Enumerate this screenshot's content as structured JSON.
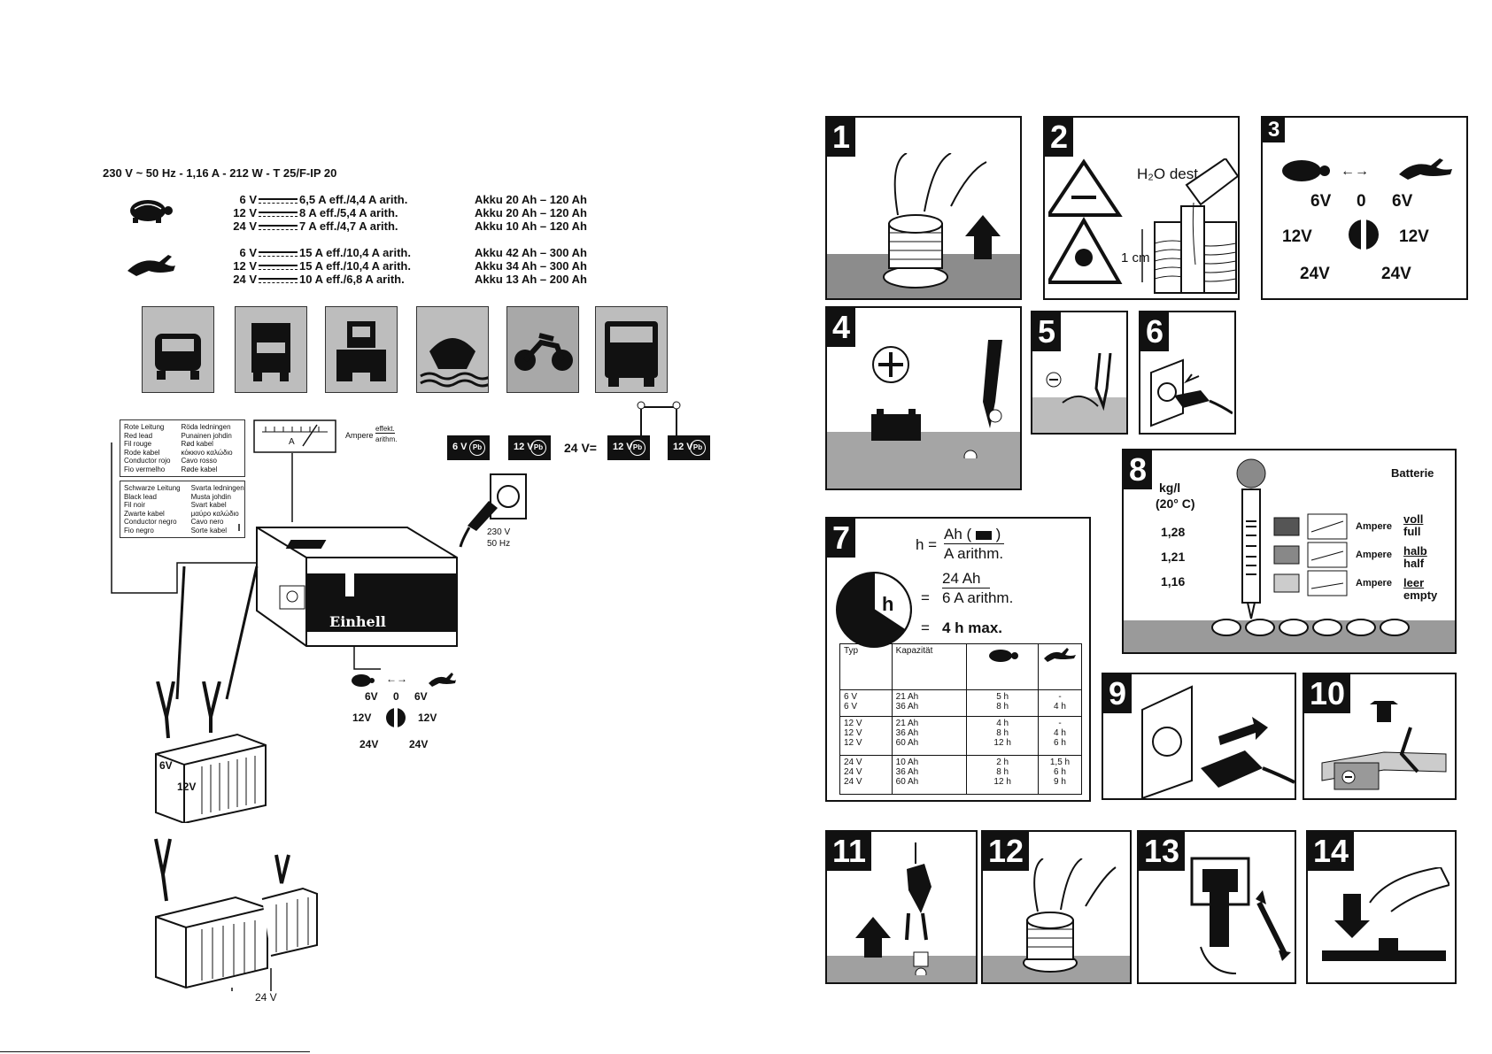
{
  "specs": {
    "header": "230 V ~ 50 Hz - 1,16 A - 212 W - T 25/F-IP 20",
    "slow_rows": [
      {
        "volt": "6 V",
        "current": "6,5 A eff./4,4 A arith.",
        "akku": "Akku 20 Ah – 120 Ah"
      },
      {
        "volt": "12 V",
        "current": "8 A eff./5,4 A arith.",
        "akku": "Akku 20 Ah – 120 Ah"
      },
      {
        "volt": "24 V",
        "current": "7 A eff./4,7 A arith.",
        "akku": "Akku 10 Ah – 120 Ah"
      }
    ],
    "fast_rows": [
      {
        "volt": "6 V",
        "current": "15 A eff./10,4 A arith.",
        "akku": "Akku 42 Ah – 300 Ah"
      },
      {
        "volt": "12 V",
        "current": "15 A eff./10,4 A arith.",
        "akku": "Akku 34 Ah – 300 Ah"
      },
      {
        "volt": "24 V",
        "current": "10 A eff./6,8 A arith.",
        "akku": "Akku 13 Ah – 200 Ah"
      }
    ]
  },
  "vehicles": [
    "car-icon",
    "truck-icon",
    "tractor-icon",
    "boat-icon",
    "motorcycle-icon",
    "bus-icon"
  ],
  "legend_red": {
    "col1": [
      "Rote Leitung",
      "Red lead",
      "Fil rouge",
      "Rode kabel",
      "Conductor rojo",
      "Fio vermelho"
    ],
    "col2": [
      "Röda ledningen",
      "Punainen johdin",
      "Rød kabel",
      "κόκκινο καλώδιο",
      "Cavo rosso",
      "Røde kabel"
    ]
  },
  "legend_black": {
    "col1": [
      "Schwarze Leitung",
      "Black lead",
      "Fil noir",
      "Zwarte kabel",
      "Conductor negro",
      "Fio negro"
    ],
    "col2": [
      "Svarta ledningen",
      "Musta johdin",
      "Svart kabel",
      "μαύρο καλώδιο",
      "Cavo nero",
      "Sorte kabel"
    ]
  },
  "meter": {
    "symbol": "A",
    "label": "Ampere",
    "top": "effekt.",
    "bottom": "arithm."
  },
  "batteries": {
    "b6": "6 V",
    "b12": "12 V",
    "series_label": "24 V=",
    "pb": "Pb"
  },
  "mains": {
    "volt": "230 V",
    "hz": "50 Hz"
  },
  "charger_brand": "Einhell",
  "switch": {
    "v6": "6V",
    "zero": "0",
    "v12": "12V",
    "v24": "24V"
  },
  "battery_main": {
    "v6": "6V",
    "v12": "12V"
  },
  "series_voltage": "24 V",
  "panels": {
    "p1": "1",
    "p2": "2",
    "p3": "3",
    "p4": "4",
    "p5": "5",
    "p6": "6",
    "p7": "7",
    "p8": "8",
    "p9": "9",
    "p10": "10",
    "p11": "11",
    "p12": "12",
    "p13": "13",
    "p14": "14"
  },
  "panel2": {
    "h2o": "H₂O dest.",
    "cm": "1 cm"
  },
  "panel7": {
    "h_eq": "h =",
    "numerator": "Ah (",
    "numerator_end": ")",
    "denominator": "A arithm.",
    "equals": "=",
    "num2": "24 Ah",
    "den2": "6 A arithm.",
    "result": "4 h max.",
    "clock_label": "h",
    "table": {
      "col_typ": "Typ",
      "col_cap": "Kapazität",
      "groups": [
        {
          "typ": [
            "6 V",
            "6 V"
          ],
          "cap": [
            "21 Ah",
            "36 Ah"
          ],
          "slow": [
            "5 h",
            "8 h"
          ],
          "fast": [
            "-",
            "4 h"
          ]
        },
        {
          "typ": [
            "12 V",
            "12 V",
            "12 V"
          ],
          "cap": [
            "21 Ah",
            "36 Ah",
            "60 Ah"
          ],
          "slow": [
            "4 h",
            "8 h",
            "12 h"
          ],
          "fast": [
            "-",
            "4 h",
            "6 h"
          ]
        },
        {
          "typ": [
            "24 V",
            "24 V",
            "24 V"
          ],
          "cap": [
            "10 Ah",
            "36 Ah",
            "60 Ah"
          ],
          "slow": [
            "2 h",
            "8 h",
            "12 h"
          ],
          "fast": [
            "1,5 h",
            "6 h",
            "9 h"
          ]
        }
      ]
    }
  },
  "panel8": {
    "unit": "kg/l",
    "temp": "(20° C)",
    "title": "Batterie",
    "rows": [
      {
        "density": "1,28",
        "ampere": "Ampere",
        "de": "voll",
        "en": "full"
      },
      {
        "density": "1,21",
        "ampere": "Ampere",
        "de": "halb",
        "en": "half"
      },
      {
        "density": "1,16",
        "ampere": "Ampere",
        "de": "leer",
        "en": "empty"
      }
    ]
  }
}
